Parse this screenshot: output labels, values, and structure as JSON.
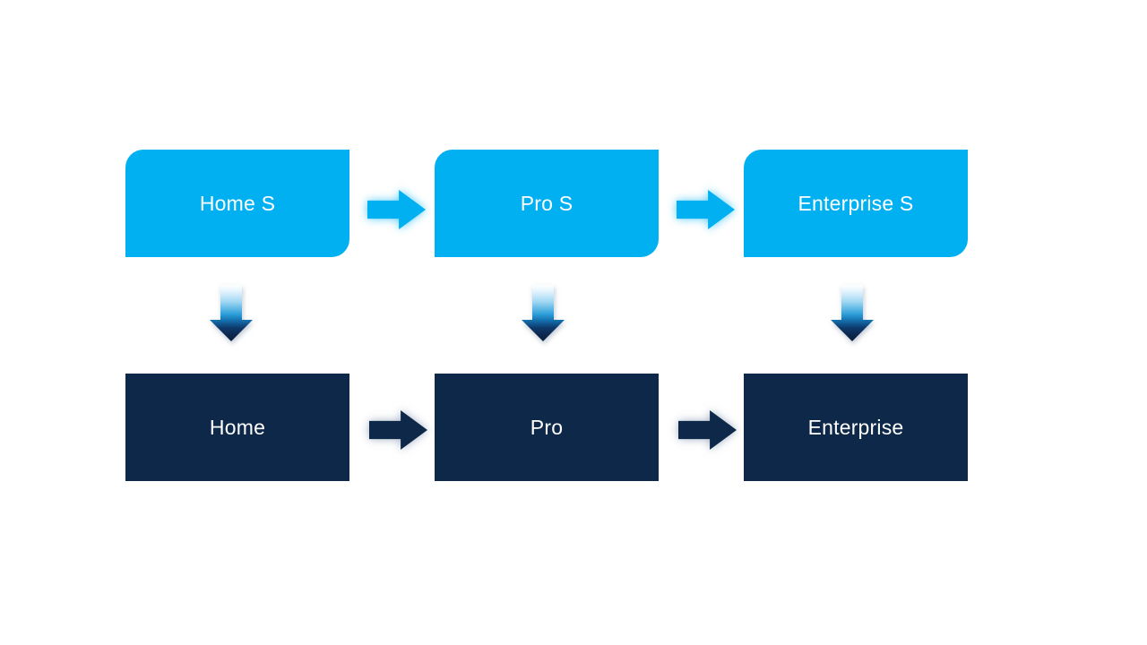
{
  "diagram": {
    "columns": [
      {
        "top": "Home S",
        "bottom": "Home"
      },
      {
        "top": "Pro S",
        "bottom": "Pro"
      },
      {
        "top": "Enterprise S",
        "bottom": "Enterprise"
      }
    ],
    "colors": {
      "canvas_bg": "#ffffff",
      "top_box": "#00b0f0",
      "bottom_box": "#0e2849",
      "label_text": "#ffffff",
      "down_arrow_top": "#ffffff",
      "down_arrow_mid": "#2d9fd9",
      "down_arrow_bottom": "#081c38"
    },
    "icons": {
      "right_arrow_light": "➡",
      "right_arrow_dark": "➡",
      "down_arrow_gradient": "⬇"
    }
  }
}
